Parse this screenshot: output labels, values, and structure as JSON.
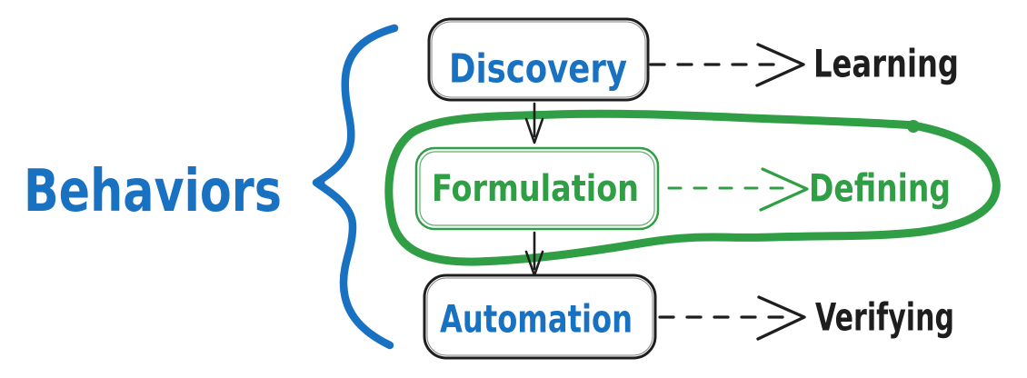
{
  "diagram": {
    "group_label": "Behaviors",
    "rows": [
      {
        "id": "discovery",
        "box_label": "Discovery",
        "outcome_label": "Learning",
        "color": "blue",
        "highlighted": false
      },
      {
        "id": "formulation",
        "box_label": "Formulation",
        "outcome_label": "Defining",
        "color": "green",
        "highlighted": true
      },
      {
        "id": "automation",
        "box_label": "Automation",
        "outcome_label": "Verifying",
        "color": "blue",
        "highlighted": false
      }
    ],
    "colors": {
      "blue": "#1971c2",
      "green": "#2f9e44",
      "ink": "#1e1e1e",
      "background": "#ffffff"
    },
    "connector_style": "dashed-arrow",
    "flow_direction": "top-to-bottom"
  }
}
